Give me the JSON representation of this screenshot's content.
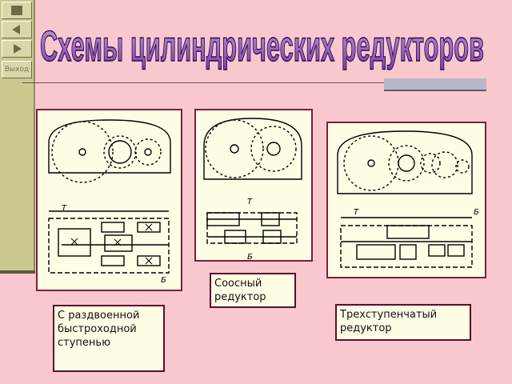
{
  "title": "Схемы цилиндрических редукторов",
  "nav": {
    "exit_label": "Выход"
  },
  "labels": {
    "coaxial": "Соосный редуктор",
    "split": "С раздвоенной быстроходной ступенью",
    "three_stage": "Трехступенчатый редуктор"
  },
  "schemes": {
    "split": {
      "input": "Т",
      "output": "Б"
    },
    "coaxial": {
      "input": "Т",
      "output": "Б"
    },
    "three_stage": {
      "input": "Т",
      "output": "Б"
    }
  }
}
